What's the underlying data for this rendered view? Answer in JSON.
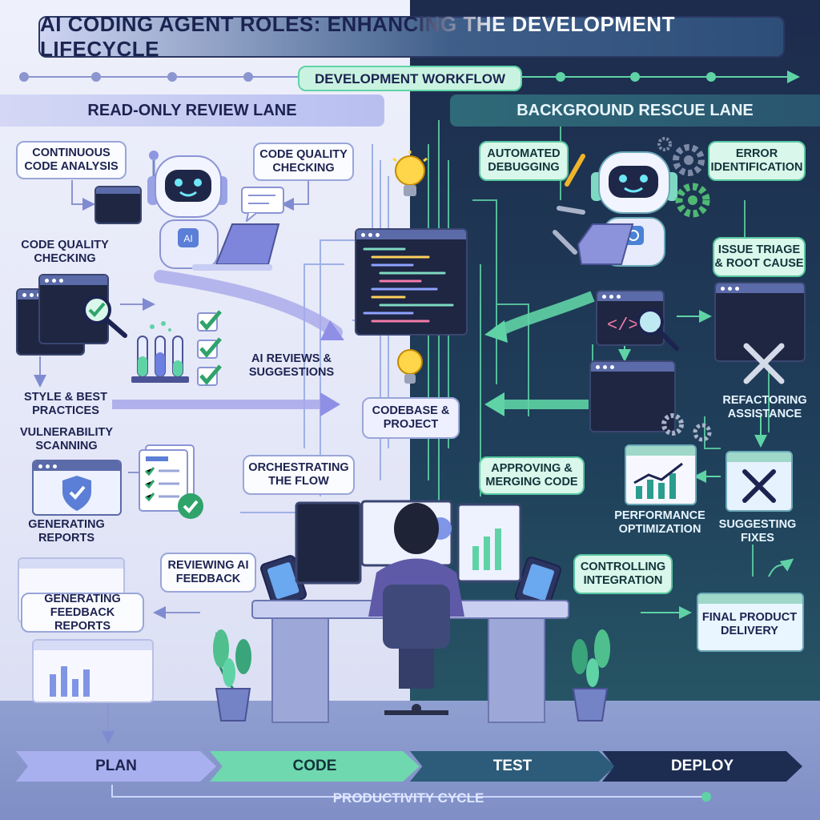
{
  "title": "AI CODING AGENT ROLES: ENHANCING THE DEVELOPMENT LIFECYCLE",
  "workflow_label": "DEVELOPMENT WORKFLOW",
  "lanes": {
    "left": "READ-ONLY REVIEW LANE",
    "right": "BACKGROUND RESCUE LANE"
  },
  "left_labels": {
    "continuous": "CONTINUOUS CODE ANALYSIS",
    "quality_top": "CODE QUALITY CHECKING",
    "quality_left": "CODE QUALITY CHECKING",
    "reviews": "AI REVIEWS & SUGGESTIONS",
    "style": "STYLE & BEST PRACTICES",
    "vulnerability": "VULNERABILITY SCANNING",
    "reports": "GENERATING REPORTS",
    "orchestrating": "ORCHESTRATING THE FLOW",
    "reviewing": "REVIEWING AI FEEDBACK",
    "feedback_reports": "GENERATING FEEDBACK REPORTS"
  },
  "center": {
    "codebase": "CODEBASE & PROJECT",
    "robot_badge": "AI"
  },
  "right_labels": {
    "debugging": "AUTOMATED DEBUGGING",
    "error": "ERROR IDENTIFICATION",
    "triage": "ISSUE TRIAGE & ROOT CAUSE",
    "refactoring": "REFACTORING ASSISTANCE",
    "approving": "APPROVING & MERGING CODE",
    "performance": "PERFORMANCE OPTIMIZATION",
    "suggesting": "SUGGESTING FIXES",
    "controlling": "CONTROLLING INTEGRATION",
    "final": "FINAL PRODUCT DELIVERY"
  },
  "stages": [
    "PLAN",
    "CODE",
    "TEST",
    "DEPLOY"
  ],
  "cycle_label": "PRODUCTIVITY CYCLE",
  "colors": {
    "left_bg": "#e6e9f8",
    "right_bg": "#1f3450",
    "accent_purple": "#8f8fe6",
    "accent_mint": "#5fd3a6",
    "navy": "#1d2350"
  },
  "icons": [
    "robot-icon",
    "lightbulb-icon",
    "magnifier-icon",
    "shield-icon",
    "checkmark-icon",
    "gear-icon",
    "wrench-icon",
    "chart-icon",
    "test-tube-icon",
    "plant-icon"
  ]
}
